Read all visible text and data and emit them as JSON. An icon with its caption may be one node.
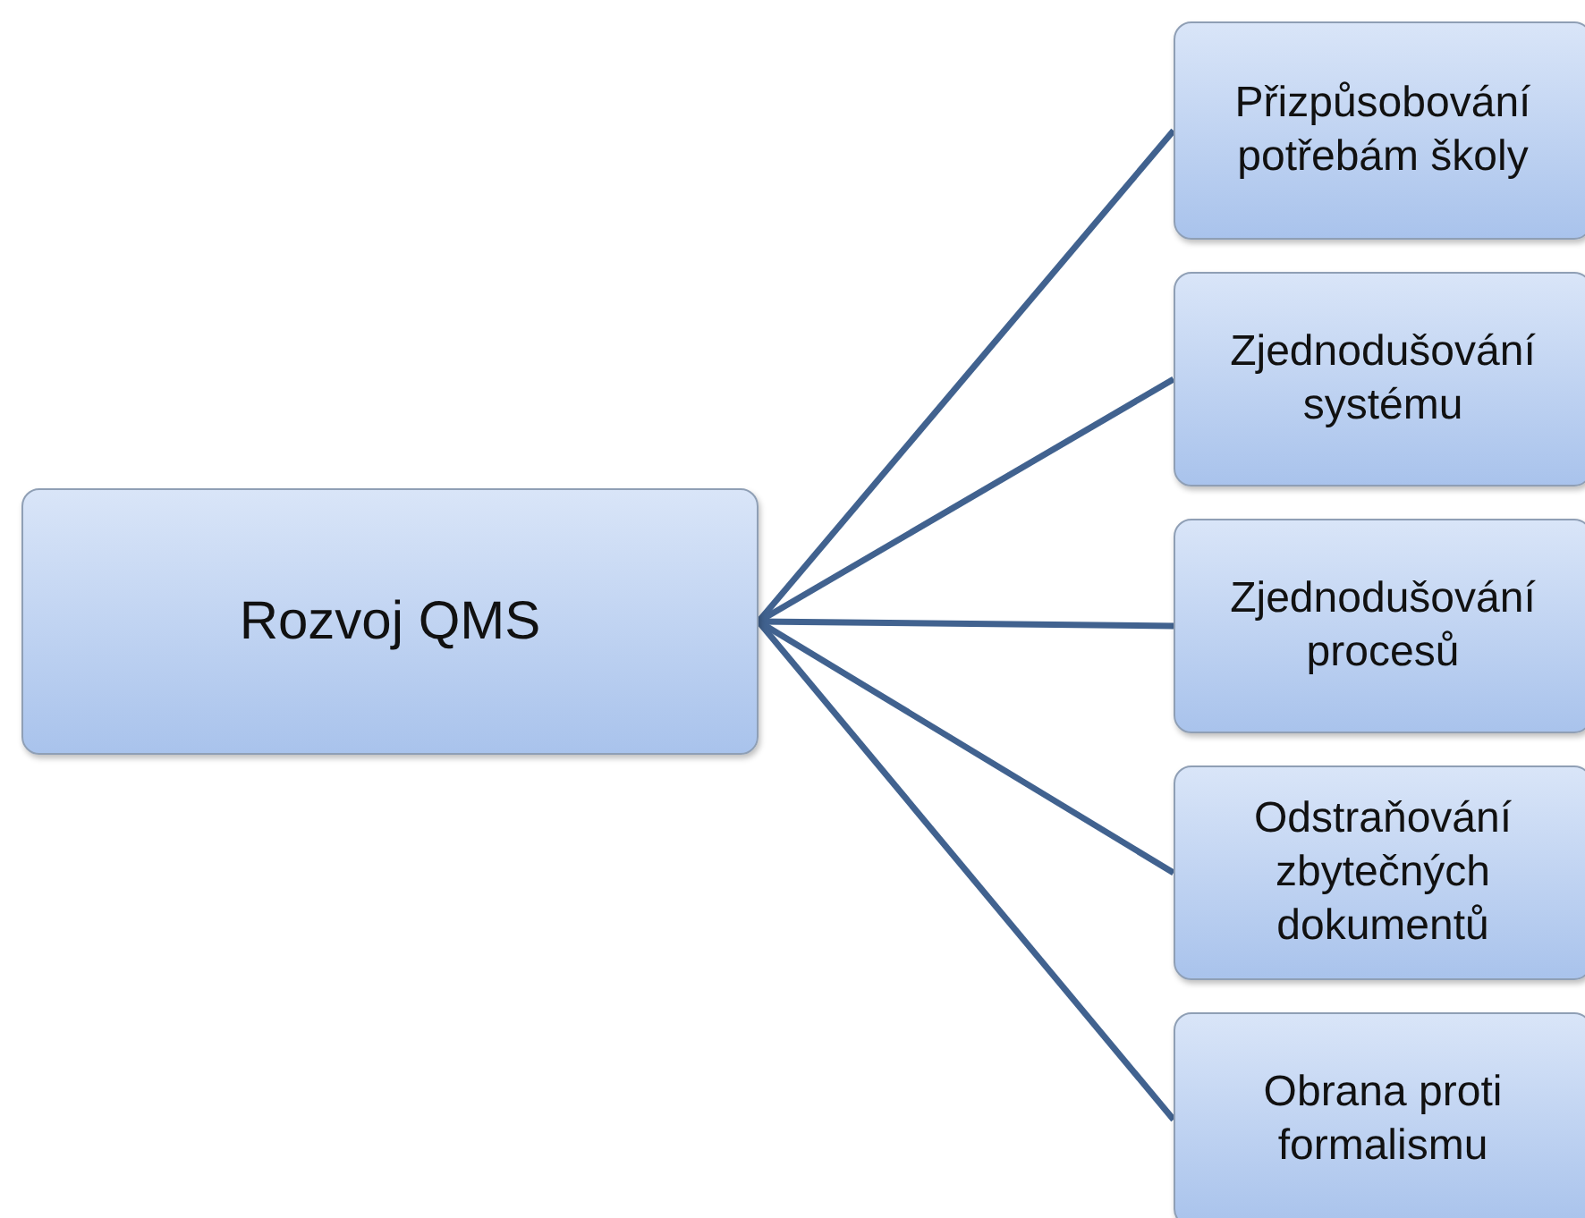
{
  "diagram": {
    "nodes": [
      {
        "text": [
          "Rozvoj QMS"
        ]
      },
      {
        "text": [
          "Přizpůsobování potřebám školy"
        ]
      },
      {
        "text": [
          "Zjednodušování systému"
        ]
      },
      {
        "text": [
          "Zjednodušování procesů"
        ]
      },
      {
        "text": [
          "Odstraňování zbytečných dokumentů"
        ]
      },
      {
        "text": [
          "Obrana proti formalismu"
        ]
      }
    ],
    "edges": [
      {
        "from": 0,
        "to": 1,
        "arrow": "none"
      },
      {
        "from": 0,
        "to": 2,
        "arrow": "none"
      },
      {
        "from": 0,
        "to": 3,
        "arrow": "none"
      },
      {
        "from": 0,
        "to": 4,
        "arrow": "none"
      },
      {
        "from": 0,
        "to": 5,
        "arrow": "none"
      }
    ]
  }
}
